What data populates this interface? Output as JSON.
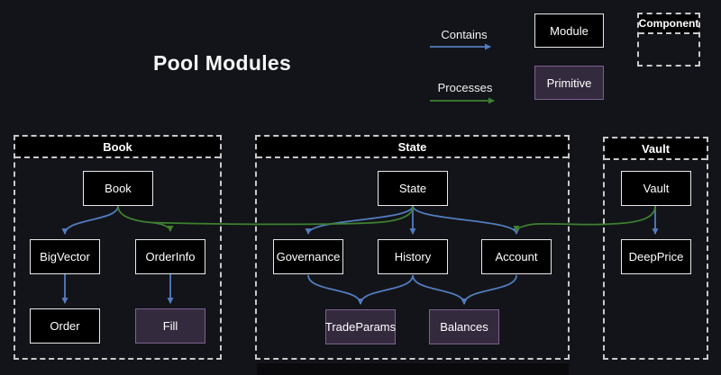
{
  "title": "Pool Modules",
  "colors": {
    "background": "#131419",
    "contains_edge": "#527cbe",
    "processes_edge": "#3e8030",
    "module_fill": "#000000",
    "module_border": "#e9e9e9",
    "primitive_fill": "#342a3e",
    "primitive_border": "#7d6191",
    "cluster_dash": "#c9c9c9",
    "text": "#ffffff"
  },
  "legend": {
    "contains_label": "Contains",
    "processes_label": "Processes",
    "module_label": "Module",
    "primitive_label": "Primitive",
    "component_label": "Component"
  },
  "containers": [
    {
      "label": "Book"
    },
    {
      "label": "State"
    },
    {
      "label": "Vault"
    }
  ],
  "nodes": [
    {
      "label": "Book",
      "type": "module",
      "container": "Book"
    },
    {
      "label": "BigVector",
      "type": "module",
      "container": "Book"
    },
    {
      "label": "OrderInfo",
      "type": "module",
      "container": "Book"
    },
    {
      "label": "Order",
      "type": "module",
      "container": "Book"
    },
    {
      "label": "Fill",
      "type": "primitive",
      "container": "Book"
    },
    {
      "label": "State",
      "type": "module",
      "container": "State"
    },
    {
      "label": "Governance",
      "type": "module",
      "container": "State"
    },
    {
      "label": "History",
      "type": "module",
      "container": "State"
    },
    {
      "label": "Account",
      "type": "module",
      "container": "State"
    },
    {
      "label": "TradeParams",
      "type": "primitive",
      "container": "State"
    },
    {
      "label": "Balances",
      "type": "primitive",
      "container": "State"
    },
    {
      "label": "Vault",
      "type": "module",
      "container": "Vault"
    },
    {
      "label": "DeepPrice",
      "type": "module",
      "container": "Vault"
    }
  ],
  "edges": [
    {
      "from": "Book",
      "to": "BigVector",
      "type": "contains"
    },
    {
      "from": "Book",
      "to": "OrderInfo",
      "type": "processes"
    },
    {
      "from": "Book",
      "to": "State",
      "type": "processes"
    },
    {
      "from": "BigVector",
      "to": "Order",
      "type": "contains"
    },
    {
      "from": "OrderInfo",
      "to": "Fill",
      "type": "contains"
    },
    {
      "from": "State",
      "to": "Governance",
      "type": "contains"
    },
    {
      "from": "State",
      "to": "History",
      "type": "contains"
    },
    {
      "from": "State",
      "to": "Account",
      "type": "contains"
    },
    {
      "from": "Governance",
      "to": "TradeParams",
      "type": "contains"
    },
    {
      "from": "History",
      "to": "TradeParams",
      "type": "contains"
    },
    {
      "from": "History",
      "to": "Balances",
      "type": "contains"
    },
    {
      "from": "Account",
      "to": "Balances",
      "type": "contains"
    },
    {
      "from": "Vault",
      "to": "DeepPrice",
      "type": "contains"
    },
    {
      "from": "Vault",
      "to": "Account",
      "type": "processes"
    }
  ]
}
